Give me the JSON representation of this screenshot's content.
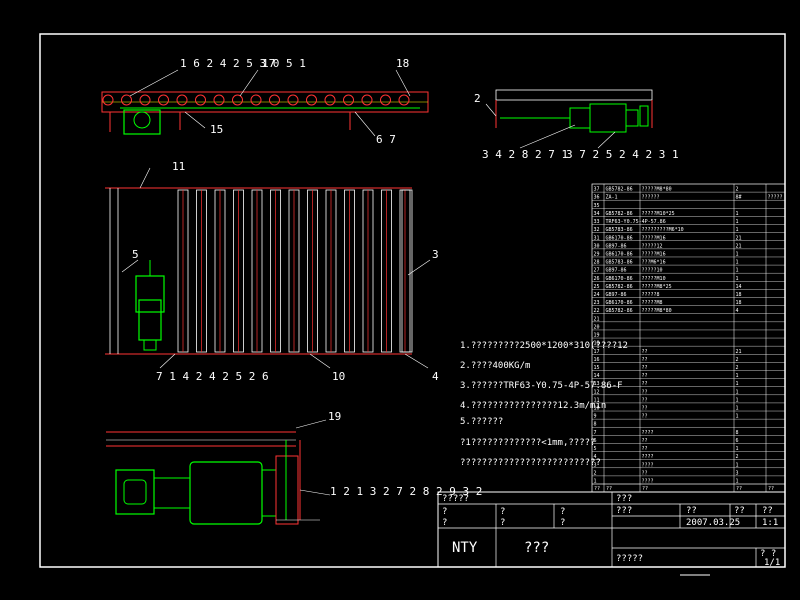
{
  "view_labels": {
    "top_left": "1 6 2 4 2 5 3 0 5 1",
    "top_17": "17",
    "top_18": "18",
    "top_15": "15",
    "top_67": "6 7",
    "side_2": "2",
    "side_left": "3 4 2 8 2 7 1",
    "side_right": "3 7 2 5 2 4 2 3 1",
    "plan_11": "11",
    "plan_5": "5",
    "plan_3": "3",
    "plan_bottom": "7 1 4 2 4 2 5 2 6",
    "plan_10": "10",
    "plan_4": "4",
    "detail_19": "19",
    "detail_bottom": "1 2 1 3 2 7 2 8 2 9 3 2"
  },
  "notes": [
    "1.?????????2500*1200*310(????12",
    "2.????400KG/m",
    "3.??????TRF63-Y0.75-4P-57.86-F",
    "4.????????????????12.3m/min",
    "5.??????",
    "?1?????????????<1mm,?????",
    "??????????????????????????"
  ],
  "bom_rows": [
    [
      "37",
      "GB5782-86",
      "?????M8*80",
      "2",
      ""
    ],
    [
      "36",
      "ZA-1",
      "??????",
      "8#",
      "?????"
    ],
    [
      "35",
      "",
      "",
      "",
      ""
    ],
    [
      "34",
      "GB5782-86",
      "?????M10*25",
      "1",
      ""
    ],
    [
      "33",
      "TRF63-Y0.75-4P-57.86",
      "",
      "1",
      ""
    ],
    [
      "32",
      "GB5783-86",
      "?????????M6*10",
      "1",
      ""
    ],
    [
      "31",
      "GB6170-86",
      "?????M16",
      "21",
      ""
    ],
    [
      "30",
      "GB97-86",
      "?????12",
      "21",
      ""
    ],
    [
      "29",
      "GB6170-86",
      "?????M16",
      "1",
      ""
    ],
    [
      "28",
      "GB5783-86",
      "???M6*16",
      "1",
      ""
    ],
    [
      "27",
      "GB97-86",
      "?????10",
      "1",
      ""
    ],
    [
      "26",
      "GB6170-86",
      "?????M10",
      "1",
      ""
    ],
    [
      "25",
      "GB5782-86",
      "?????M8*25",
      "14",
      ""
    ],
    [
      "24",
      "GB97-86",
      "?????8",
      "18",
      ""
    ],
    [
      "23",
      "GB6170-86",
      "?????M8",
      "18",
      ""
    ],
    [
      "22",
      "GB5782-86",
      "?????M8*80",
      "4",
      ""
    ],
    [
      "21",
      "",
      "",
      "",
      ""
    ],
    [
      "20",
      "",
      "",
      "",
      ""
    ],
    [
      "19",
      "",
      "",
      "",
      ""
    ],
    [
      "18",
      "",
      "",
      "",
      ""
    ],
    [
      "17",
      "",
      "??",
      "21",
      ""
    ],
    [
      "16",
      "",
      "??",
      "2",
      ""
    ],
    [
      "15",
      "",
      "??",
      "2",
      ""
    ],
    [
      "14",
      "",
      "??",
      "1",
      ""
    ],
    [
      "13",
      "",
      "??",
      "1",
      ""
    ],
    [
      "12",
      "",
      "??",
      "1",
      ""
    ],
    [
      "11",
      "",
      "??",
      "1",
      ""
    ],
    [
      "10",
      "",
      "??",
      "1",
      ""
    ],
    [
      "9",
      "",
      "??",
      "1",
      ""
    ],
    [
      "8",
      "",
      "",
      "",
      ""
    ],
    [
      "7",
      "",
      "????",
      "8",
      ""
    ],
    [
      "6",
      "",
      "??",
      "6",
      ""
    ],
    [
      "5",
      "",
      "??",
      "1",
      ""
    ],
    [
      "4",
      "",
      "????",
      "2",
      ""
    ],
    [
      "3",
      "",
      "????",
      "1",
      ""
    ],
    [
      "2",
      "",
      "??",
      "3",
      ""
    ],
    [
      "1",
      "",
      "????",
      "1",
      ""
    ]
  ],
  "bom_header": [
    "??",
    "??",
    "??",
    "??",
    "??"
  ],
  "title_block": {
    "header": "?????",
    "company": "NTY",
    "drawing_name": "???",
    "q": "?",
    "r_top": "???",
    "r_a": "???",
    "r_b": "??",
    "r_c": "??",
    "r_d": "??",
    "date": "2007.03.25",
    "scale": "1:1",
    "bottom": "?????",
    "sheet": "? ?",
    "sheet_no": "1/1"
  }
}
